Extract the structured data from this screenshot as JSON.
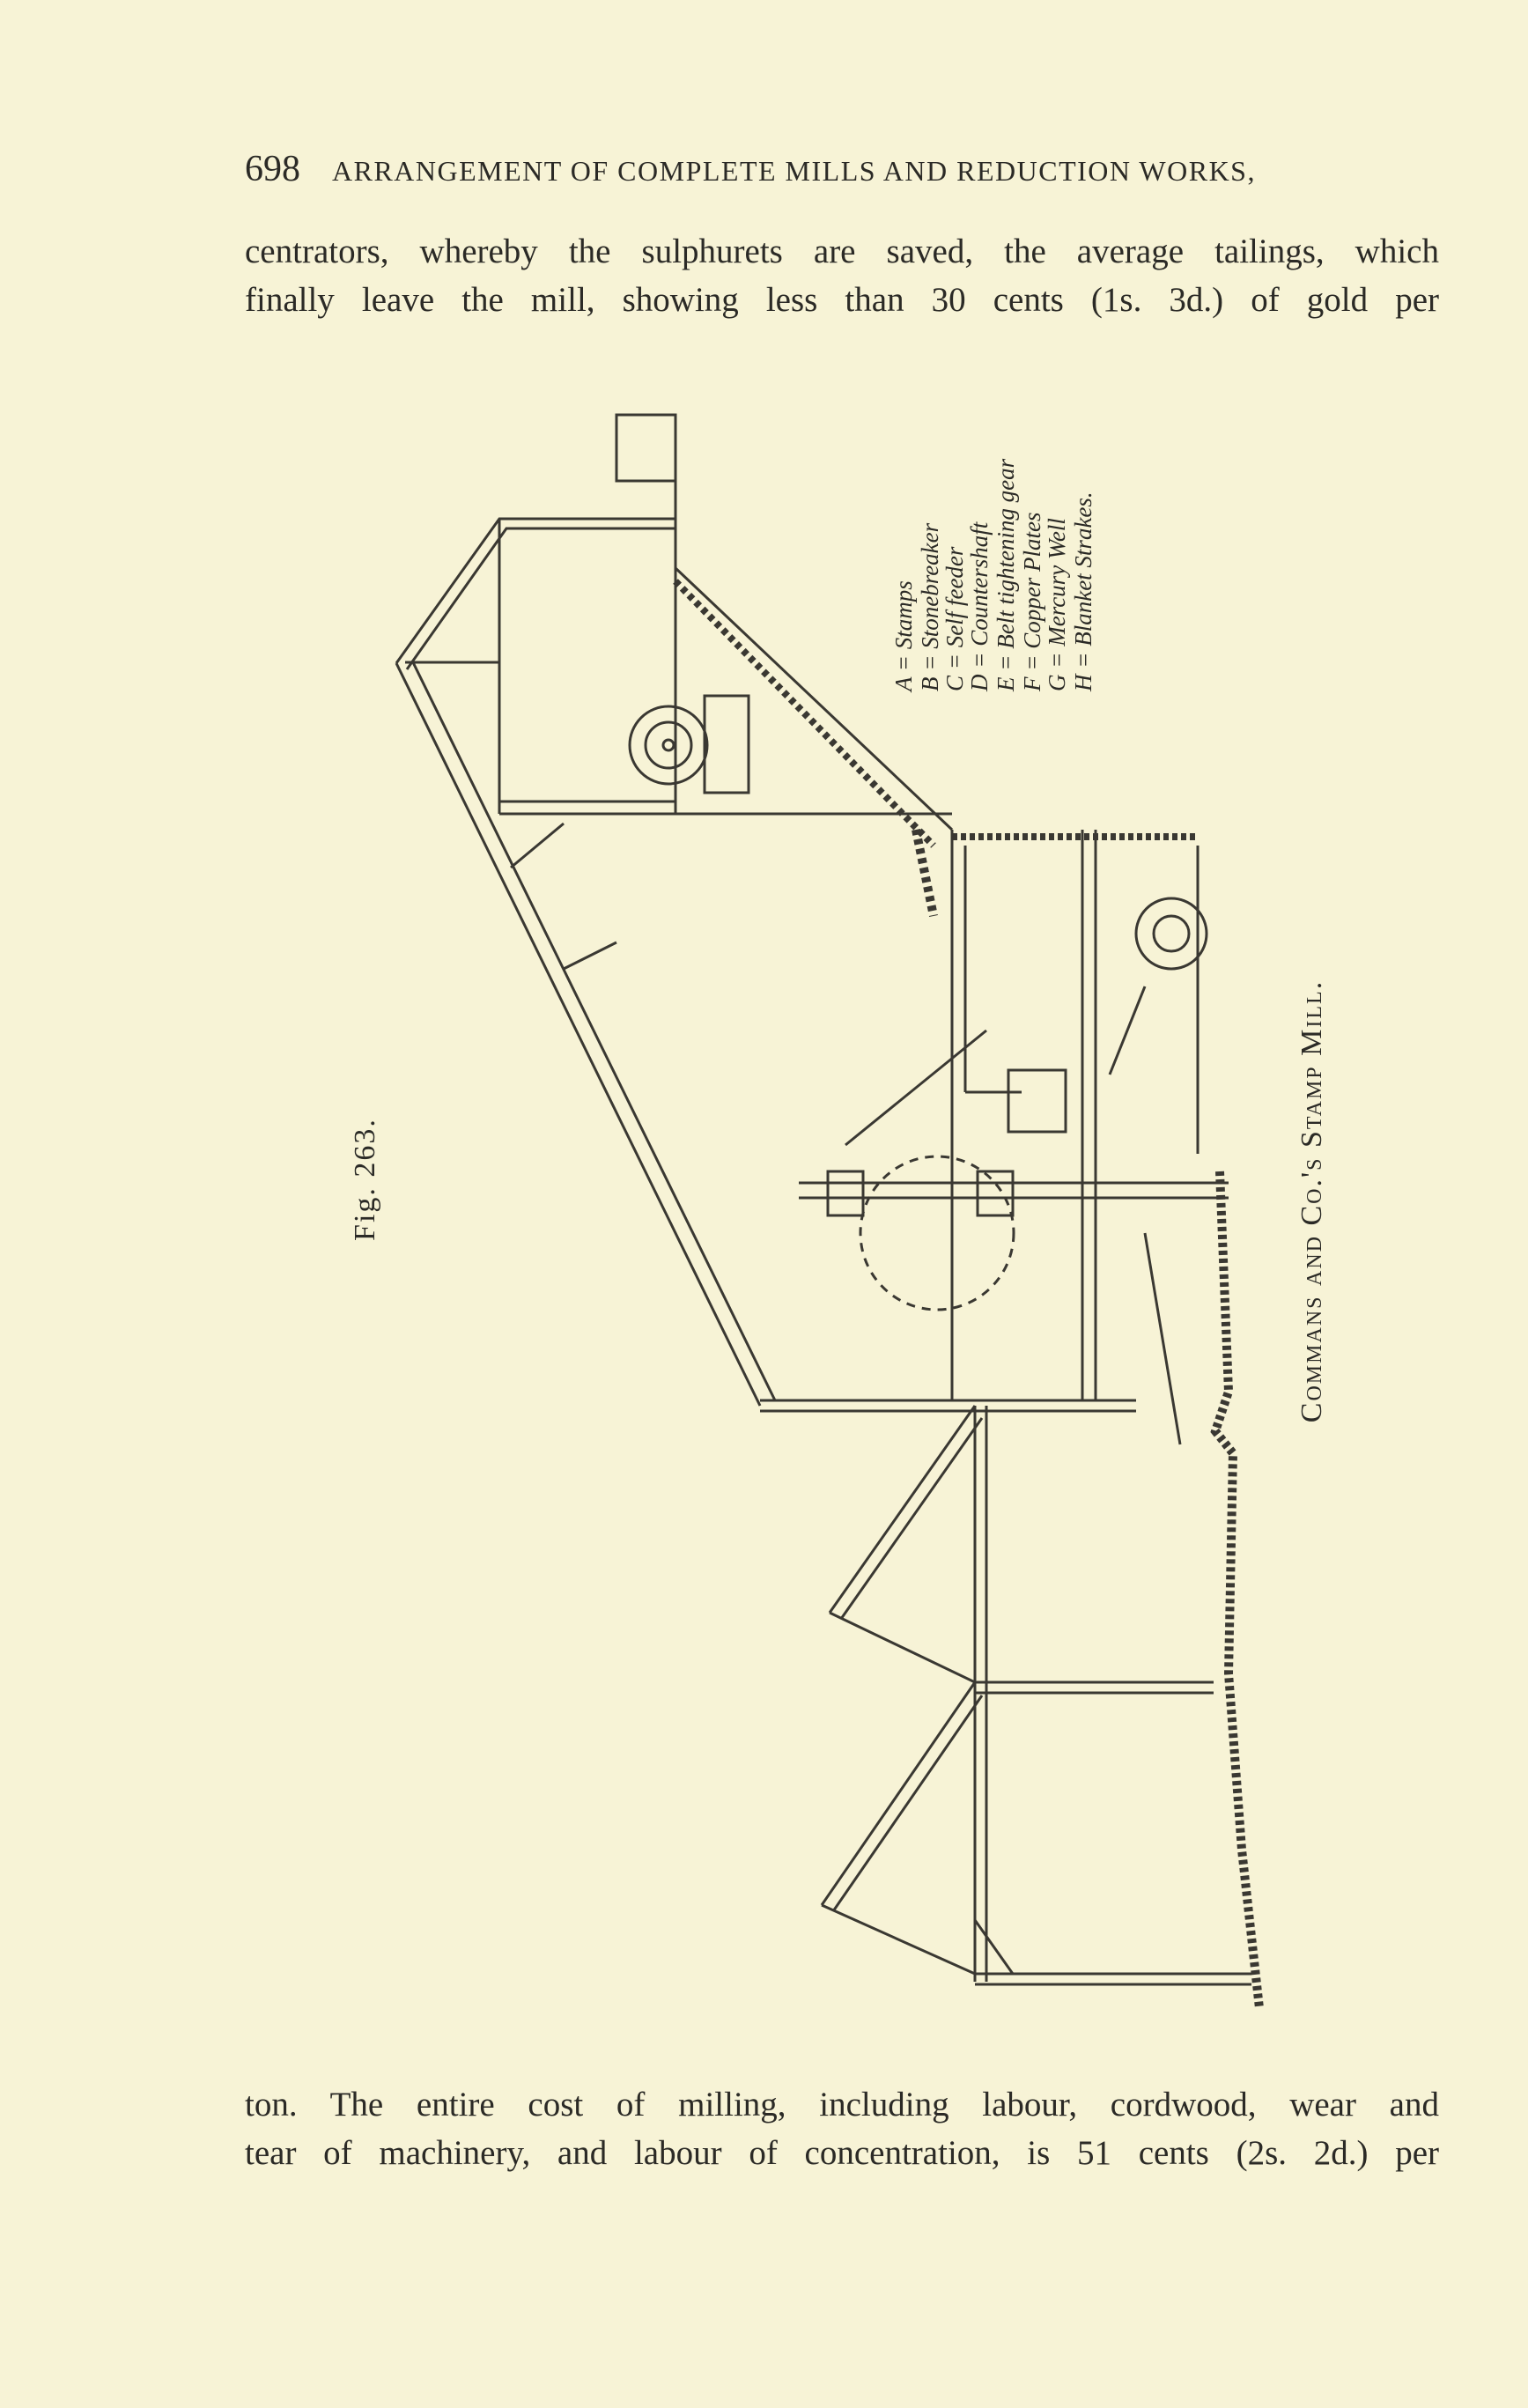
{
  "header": {
    "page_number": "698",
    "running_title": "ARRANGEMENT OF COMPLETE MILLS AND REDUCTION WORKS,"
  },
  "text_top": [
    "centrators, whereby the sulphurets are saved, the average tailings, which",
    "finally leave the mill, showing less than 30 cents (1s. 3d.) of gold per"
  ],
  "figure": {
    "label": "Fig. 263.",
    "caption": "Commans and Co.'s Stamp Mill.",
    "legend": [
      "A = Stamps",
      "B = Stonebreaker",
      "C = Self feeder",
      "D = Countershaft",
      "E = Belt tightening gear",
      "F = Copper Plates",
      "G = Mercury Well",
      "H = Blanket Strakes."
    ]
  },
  "text_bottom": [
    "ton. The entire cost of milling, including labour, cordwood, wear and",
    "tear of machinery, and labour of concentration, is 51 cents (2s. 2d.) per"
  ]
}
